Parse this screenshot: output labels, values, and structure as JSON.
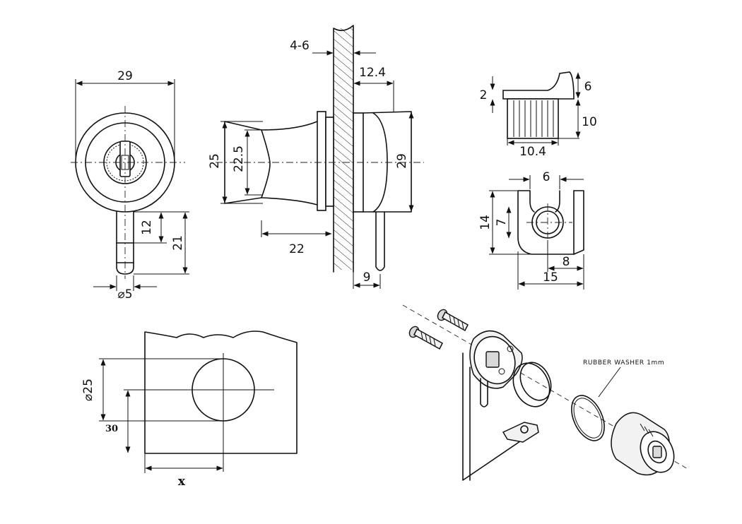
{
  "front_view": {
    "width": "29",
    "pin_length": "21",
    "pin_short": "12",
    "pin_dia": "⌀5"
  },
  "side_view": {
    "panel_thickness": "4-6",
    "body_depth": "12.4",
    "flange_dia": "25",
    "neck_dia": "22.5",
    "body_dia": "29",
    "neck_length": "22",
    "pin_offset": "9"
  },
  "latch_side": {
    "lip": "2",
    "top": "6",
    "height": "10",
    "width": "10.4"
  },
  "latch_top": {
    "slot": "6",
    "height": "14",
    "inner": "7",
    "hole_offset": "8",
    "length": "15"
  },
  "cutout": {
    "hole_dia": "⌀25",
    "edge_offset": "30",
    "x_label": "x"
  },
  "exploded": {
    "washer_label": "RUBBER WASHER 1mm"
  }
}
